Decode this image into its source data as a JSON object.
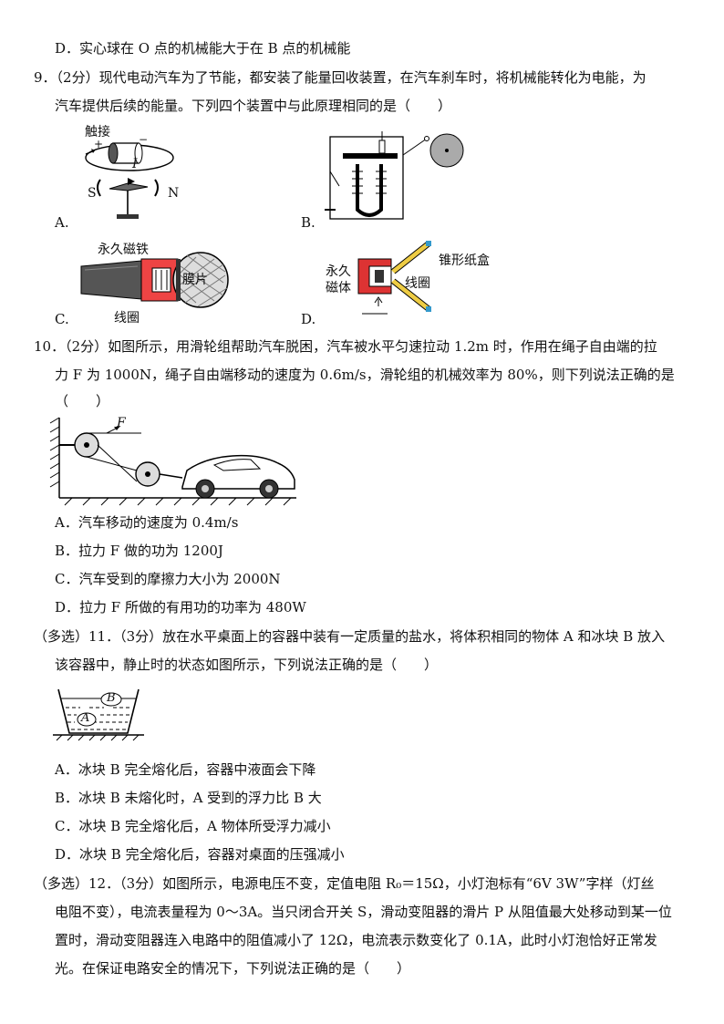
{
  "q8": {
    "opt_d": "D．实心球在 O 点的机械能大于在 B 点的机械能"
  },
  "q9": {
    "line1": "9．（2分）现代电动汽车为了节能，都安装了能量回收装置，在汽车刹车时，将机械能转化为电能，为",
    "line2": "汽车提供后续的能量。下列四个装置中与此原理相同的是（　　）",
    "options": [
      "A.",
      "B.",
      "C.",
      "D."
    ],
    "fig_a": {
      "touch": "触接",
      "plus": "+",
      "minus": "−",
      "current": "I",
      "s": "S",
      "n": "N"
    },
    "fig_c": {
      "magnet": "永久磁铁",
      "diaphragm": "膜片",
      "coil": "线圈"
    },
    "fig_d": {
      "magnet1": "永久",
      "magnet2": "磁体",
      "cone": "锥形纸盒",
      "coil": "线圈"
    }
  },
  "q10": {
    "line1": "10．（2分）如图所示，用滑轮组帮助汽车脱困，汽车被水平匀速拉动 1.2m 时，作用在绳子自由端的拉",
    "line2": "力 F 为 1000N，绳子自由端移动的速度为 0.6m/s，滑轮组的机械效率为 80%，则下列说法正确的是",
    "line3": "（　　）",
    "force_label": "F",
    "options": [
      "A．汽车移动的速度为 0.4m/s",
      "B．拉力 F 做的功为 1200J",
      "C．汽车受到的摩擦力大小为 2000N",
      "D．拉力 F 所做的有用功的功率为 480W"
    ]
  },
  "q11": {
    "line1": "（多选）11．（3分）放在水平桌面上的容器中装有一定质量的盐水，将体积相同的物体 A 和冰块 B 放入",
    "line2": "该容器中，静止时的状态如图所示，下列说法正确的是（　　）",
    "label_a": "A",
    "label_b": "B",
    "options": [
      "A．冰块 B 完全熔化后，容器中液面会下降",
      "B．冰块 B 未熔化时，A 受到的浮力比 B 大",
      "C．冰块 B 完全熔化后，A 物体所受浮力减小",
      "D．冰块 B 完全熔化后，容器对桌面的压强减小"
    ]
  },
  "q12": {
    "line1": "（多选）12．（3分）如图所示，电源电压不变，定值电阻 R₀＝15Ω，小灯泡标有“6V 3W”字样（灯丝",
    "line2": "电阻不变），电流表量程为 0～3A。当只闭合开关 S，滑动变阻器的滑片 P 从阻值最大处移动到某一位",
    "line3": "置时，滑动变阻器连入电路中的阻值减小了 12Ω，电流表示数变化了 0.1A，此时小灯泡恰好正常发",
    "line4": "光。在保证电路安全的情况下，下列说法正确的是（　　）"
  }
}
